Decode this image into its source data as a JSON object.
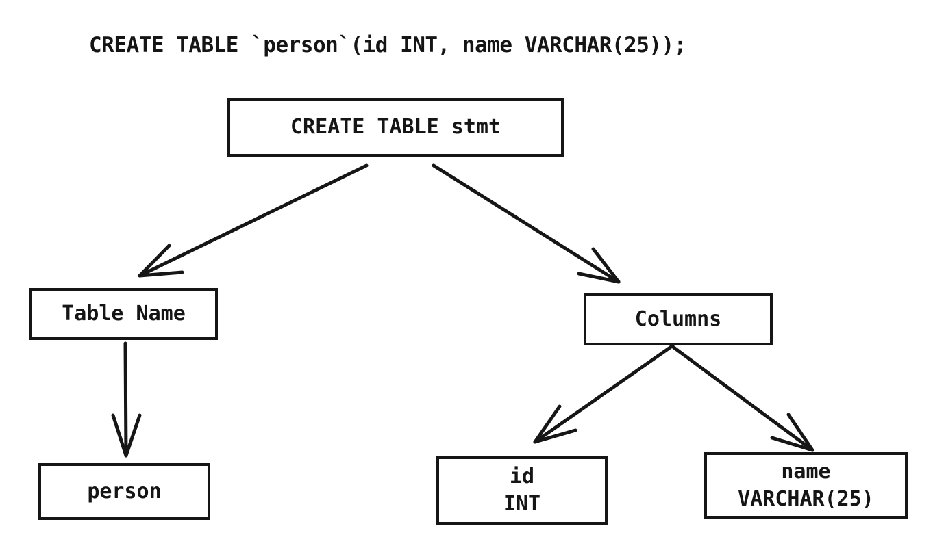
{
  "header": {
    "sql_statement": "CREATE TABLE `person`(id INT, name VARCHAR(25));"
  },
  "tree": {
    "root": {
      "label": "CREATE TABLE stmt"
    },
    "table_name": {
      "label": "Table Name"
    },
    "columns": {
      "label": "Columns"
    },
    "person": {
      "label": "person"
    },
    "id_column": {
      "name": "id",
      "type": "INT"
    },
    "name_column": {
      "name": "name",
      "type": "VARCHAR(25)"
    }
  },
  "colors": {
    "ink": "#161616",
    "background": "#ffffff"
  }
}
